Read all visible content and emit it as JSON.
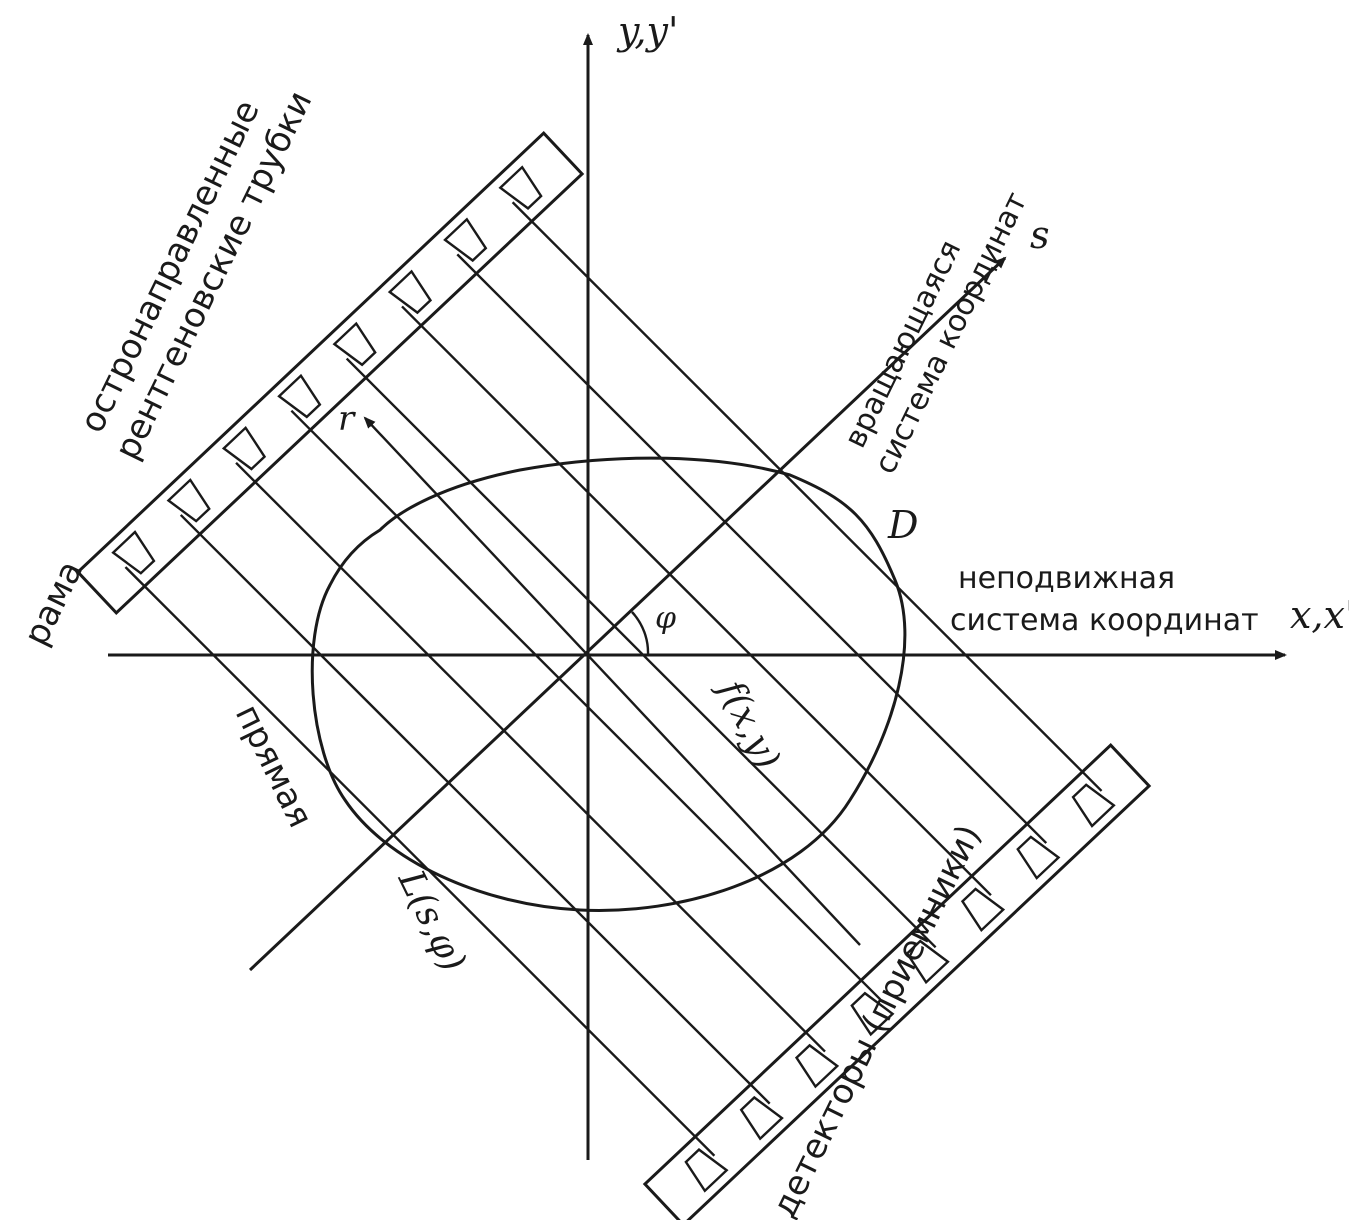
{
  "diagram": {
    "y_axis_label": "y,y'",
    "x_axis_label": "x,x'",
    "s_axis_label": "s",
    "r_axis_label": "r",
    "rotating_system_line1": "вращающаяся",
    "rotating_system_line2": "система координат",
    "fixed_system_line1": "неподвижная",
    "fixed_system_line2": "система координат",
    "region_label": "D",
    "angle_label": "φ",
    "function_label": "f(x,y)",
    "tubes_line1": "остронаправленные",
    "tubes_line2": "рентгеновские трубки",
    "frame_label": "рама",
    "line_label": "прямая",
    "line_formula": "L(s,φ)",
    "detectors_label": "детекторы (приемники)",
    "colors": {
      "ink": "#1a1a1a",
      "background": "#ffffff"
    }
  }
}
